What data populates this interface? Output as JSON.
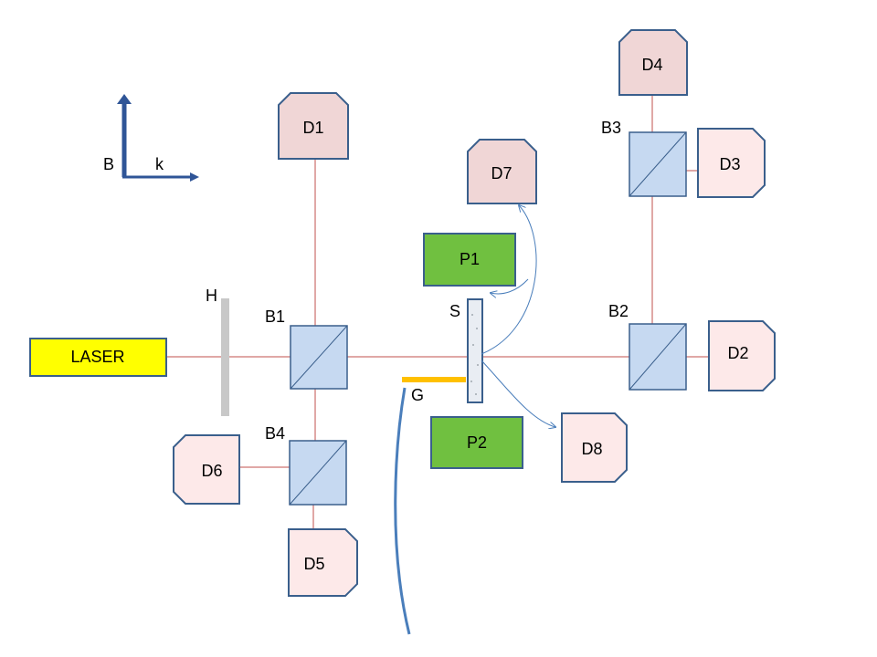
{
  "axes": {
    "b_label": "B",
    "k_label": "k"
  },
  "laser": {
    "label": "LASER",
    "color": "#ffff00"
  },
  "filter": {
    "label": "H"
  },
  "splitters": {
    "b1": "B1",
    "b2": "B2",
    "b3": "B3",
    "b4": "B4"
  },
  "detectors": {
    "d1": "D1",
    "d2": "D2",
    "d3": "D3",
    "d4": "D4",
    "d5": "D5",
    "d6": "D6",
    "d7": "D7",
    "d8": "D8"
  },
  "plates": {
    "p1": "P1",
    "p2": "P2",
    "color": "#70c040"
  },
  "sample": {
    "label": "S"
  },
  "grating": {
    "label": "G",
    "color": "#ffc000"
  },
  "colors": {
    "beam": "#c0504d",
    "splitter": "#c6d9f1",
    "outline": "#3a5f8c",
    "arrow": "#4a7ebb"
  }
}
